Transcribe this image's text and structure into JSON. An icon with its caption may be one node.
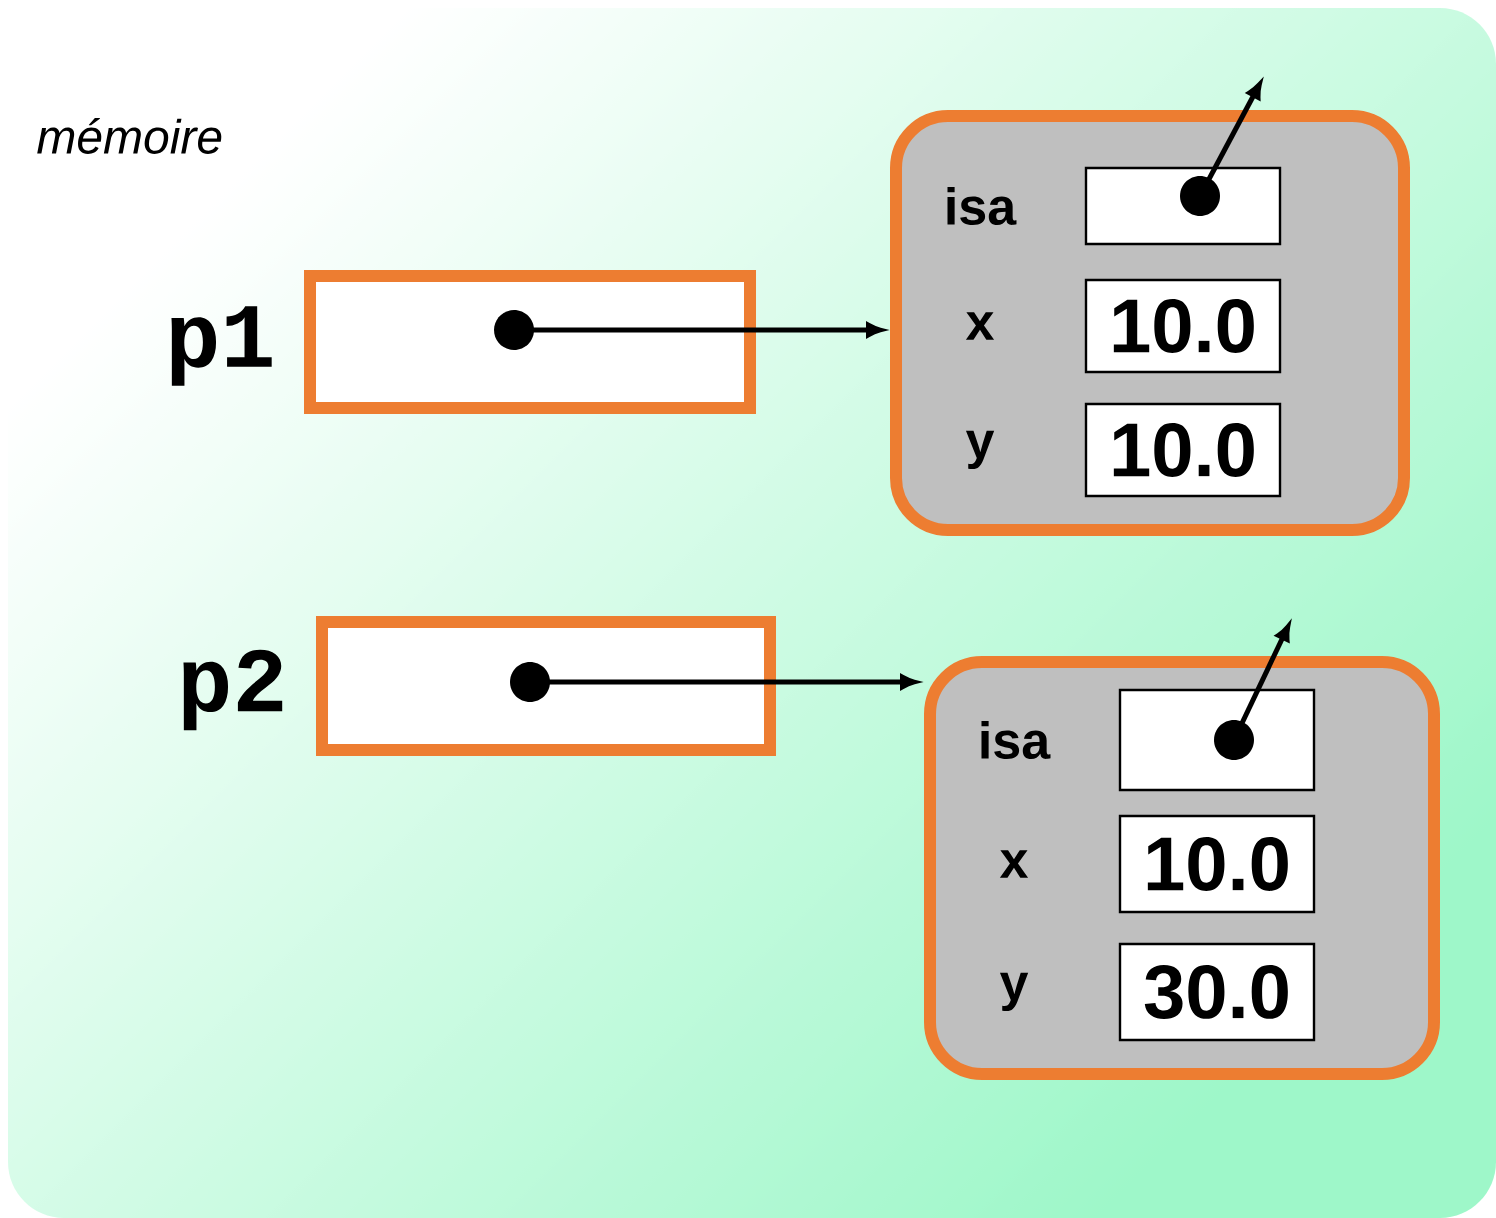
{
  "diagram": {
    "nodes": [
      {
        "text": [
          "mémoire"
        ]
      },
      {
        "text": [
          "p1"
        ],
        "in": 0
      },
      {
        "text": [],
        "shape": "box",
        "in": 0
      },
      {
        "text": [],
        "shape": "box",
        "beside": [
          "isa"
        ],
        "in": 2
      },
      {
        "text": [
          "10.0"
        ],
        "beside": [
          "x"
        ],
        "in": 2
      },
      {
        "text": [
          "10.0"
        ],
        "beside": [
          "y"
        ],
        "in": 2
      },
      {
        "text": [
          "p2"
        ],
        "in": 0
      },
      {
        "text": [],
        "shape": "box",
        "in": 0
      },
      {
        "text": [],
        "shape": "box",
        "beside": [
          "isa"
        ],
        "in": 7
      },
      {
        "text": [
          "10.0"
        ],
        "beside": [
          "x"
        ],
        "in": 7
      },
      {
        "text": [
          "30.0"
        ],
        "beside": [
          "y"
        ],
        "in": 7
      }
    ],
    "edges": [
      {
        "from": 1,
        "to": 2,
        "arrow": "to"
      },
      {
        "from": 3,
        "to": null,
        "arrow": "to"
      },
      {
        "from": 6,
        "to": 7,
        "arrow": "to"
      },
      {
        "from": 8,
        "to": null,
        "arrow": "to"
      }
    ]
  }
}
